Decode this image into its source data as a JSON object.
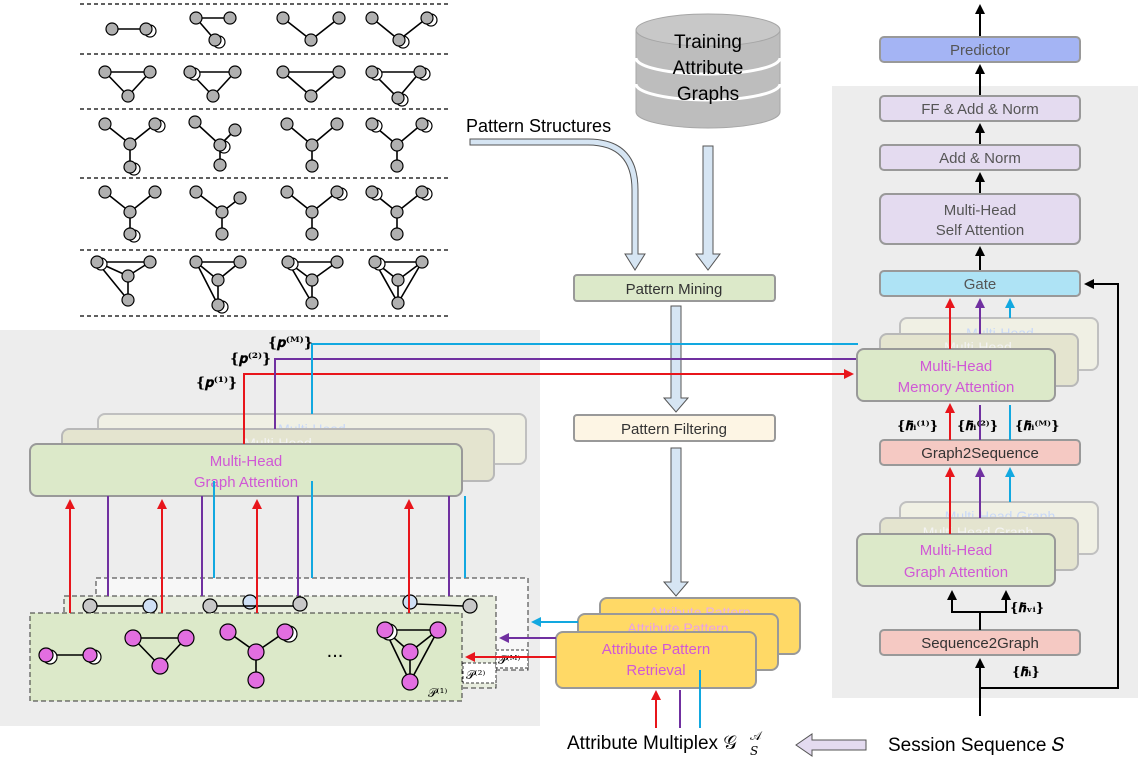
{
  "labels": {
    "training_db": [
      "Training",
      "Attribute",
      "Graphs"
    ],
    "pattern_structures": "Pattern Structures",
    "pattern_mining": "Pattern Mining",
    "pattern_filtering": "Pattern Filtering",
    "graph_attention_left": [
      "Multi-Head",
      "Graph Attention"
    ],
    "graph_attention_left_back": "Multi-Head",
    "attr_pattern_retrieval": [
      "Attribute Pattern",
      "Retrieval"
    ],
    "attr_pattern_back": "Attribute Pattern",
    "ellipsis": "...",
    "p1": "𝒫⁽¹⁾",
    "p2": "𝒫⁽²⁾",
    "pM": "𝒫⁽ᴹ⁾",
    "set_p1": "{𝒑⁽¹⁾}",
    "set_p2": "{𝒑⁽²⁾}",
    "set_pM": "{𝒑⁽ᴹ⁾}",
    "attribute_multiplex": "Attribute Multiplex 𝒢",
    "attribute_multiplex_sup": "𝒜",
    "attribute_multiplex_sub": "𝑆",
    "session_sequence": "Session Sequence 𝑆"
  },
  "right_stack": {
    "predictor": "Predictor",
    "ff_add_norm": "FF & Add & Norm",
    "add_norm": "Add & Norm",
    "self_attention": [
      "Multi-Head",
      "Self Attention"
    ],
    "gate": "Gate",
    "memory_attention": [
      "Multi-Head",
      "Memory Attention"
    ],
    "memory_attention_back": "Multi-Head",
    "graph2sequence": "Graph2Sequence",
    "graph_attention": [
      "Multi-Head",
      "Graph Attention"
    ],
    "graph_attention_back": "Multi-Head Graph",
    "sequence2graph": "Sequence2Graph",
    "h_bar_1": "{𝒉̄ᵢ⁽¹⁾}",
    "h_bar_2": "{𝒉̄ᵢ⁽²⁾}",
    "h_bar_M": "{𝒉̄ᵢ⁽ᴹ⁾}",
    "h_v": "{𝒉̄ᵥᵢ}",
    "h_i": "{𝒉̄ᵢ}"
  },
  "colors": {
    "red": "#e8151b",
    "purple": "#7030a0",
    "cyan": "#12a8e0",
    "green_box": "#dce9c9",
    "yellow_box": "#ffd966",
    "purple_box": "#e4dbf0",
    "blue_box": "#a4b4f4",
    "gate_box": "#aee3f5",
    "pink_box": "#f5c9c3",
    "cream_box": "#fdf5e4",
    "node_pink": "#e26ee0",
    "node_gray": "#b0b0b0",
    "panel_gray": "#ededed"
  }
}
